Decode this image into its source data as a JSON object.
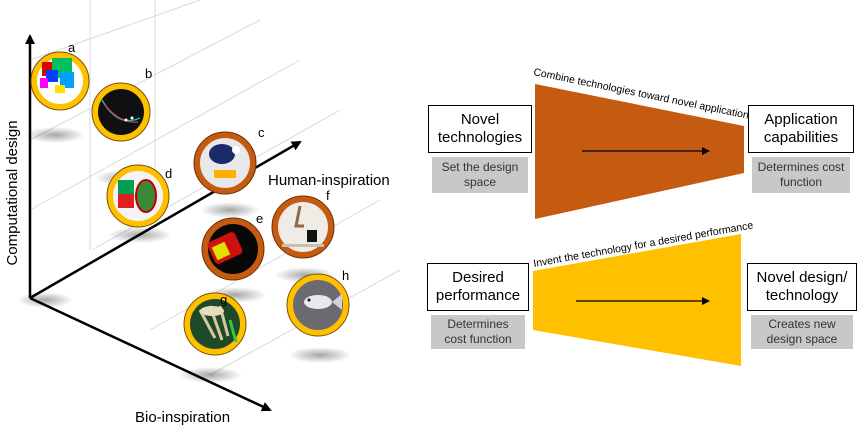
{
  "axes": {
    "vertical": "Computational design",
    "horizontal": "Human-inspiration",
    "depth": "Bio-inspiration"
  },
  "markers": [
    "a",
    "b",
    "c",
    "d",
    "e",
    "f",
    "g",
    "h"
  ],
  "pipeline_top": {
    "input": "Novel technologies",
    "input_sub": "Set the design space",
    "banner": "Combine technologies toward novel applications",
    "output": "Application capabilities",
    "output_sub": "Determines cost function",
    "color": "#c55a11"
  },
  "pipeline_bottom": {
    "input": "Desired performance",
    "input_sub": "Determines cost function",
    "banner": "Invent the technology for a desired performance",
    "output": "Novel design/ technology",
    "output_sub": "Creates new design space",
    "color": "#ffc000"
  },
  "colors": {
    "ring_gold": "#ffc000",
    "ring_orange": "#c55a11",
    "subbox_gray": "#c8c8c8"
  }
}
